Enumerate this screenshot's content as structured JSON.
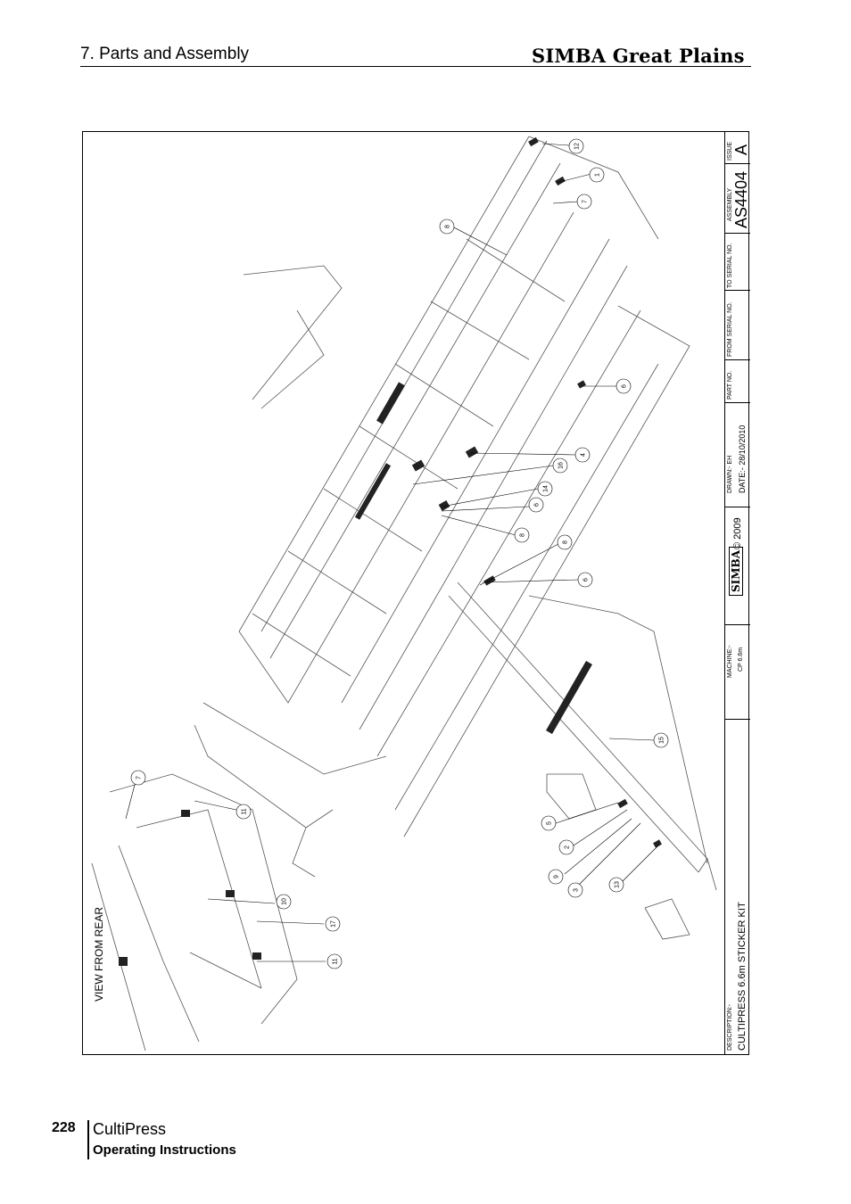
{
  "header": {
    "section_title": "7. Parts and Assembly",
    "brand": "SIMBA Great Plains"
  },
  "drawing": {
    "view_label": "VIEW FROM REAR",
    "callouts": [
      {
        "label": "12"
      },
      {
        "label": "1"
      },
      {
        "label": "7"
      },
      {
        "label": "8"
      },
      {
        "label": "6"
      },
      {
        "label": "4"
      },
      {
        "label": "16"
      },
      {
        "label": "14"
      },
      {
        "label": "6"
      },
      {
        "label": "8"
      },
      {
        "label": "8"
      },
      {
        "label": "6"
      },
      {
        "label": "15"
      },
      {
        "label": "5"
      },
      {
        "label": "2"
      },
      {
        "label": "9"
      },
      {
        "label": "3"
      },
      {
        "label": "13"
      },
      {
        "label": "7"
      },
      {
        "label": "11"
      },
      {
        "label": "10"
      },
      {
        "label": "17"
      },
      {
        "label": "11"
      }
    ]
  },
  "title_block": {
    "issue_label": "ISSUE",
    "issue": "A",
    "assembly_label": "ASSEMBLY",
    "assembly": "AS4404",
    "to_serial_label": "TO SERIAL NO.",
    "from_serial_label": "FROM SERIAL NO.",
    "part_no_label": "PART NO.",
    "drawn": "DRAWN:- EH",
    "date": "DATE:- 28/10/2010",
    "copyright": "© 2009",
    "logo_text": "SIMBA",
    "machine_label": "MACHINE:-",
    "machine": "CP 6.6m",
    "description_label": "DESCRIPTION:-",
    "description": "CULTIPRESS 6.6m STICKER KIT"
  },
  "footer": {
    "page_number": "228",
    "product_name": "CultiPress",
    "manual_type": "Operating Instructions"
  }
}
